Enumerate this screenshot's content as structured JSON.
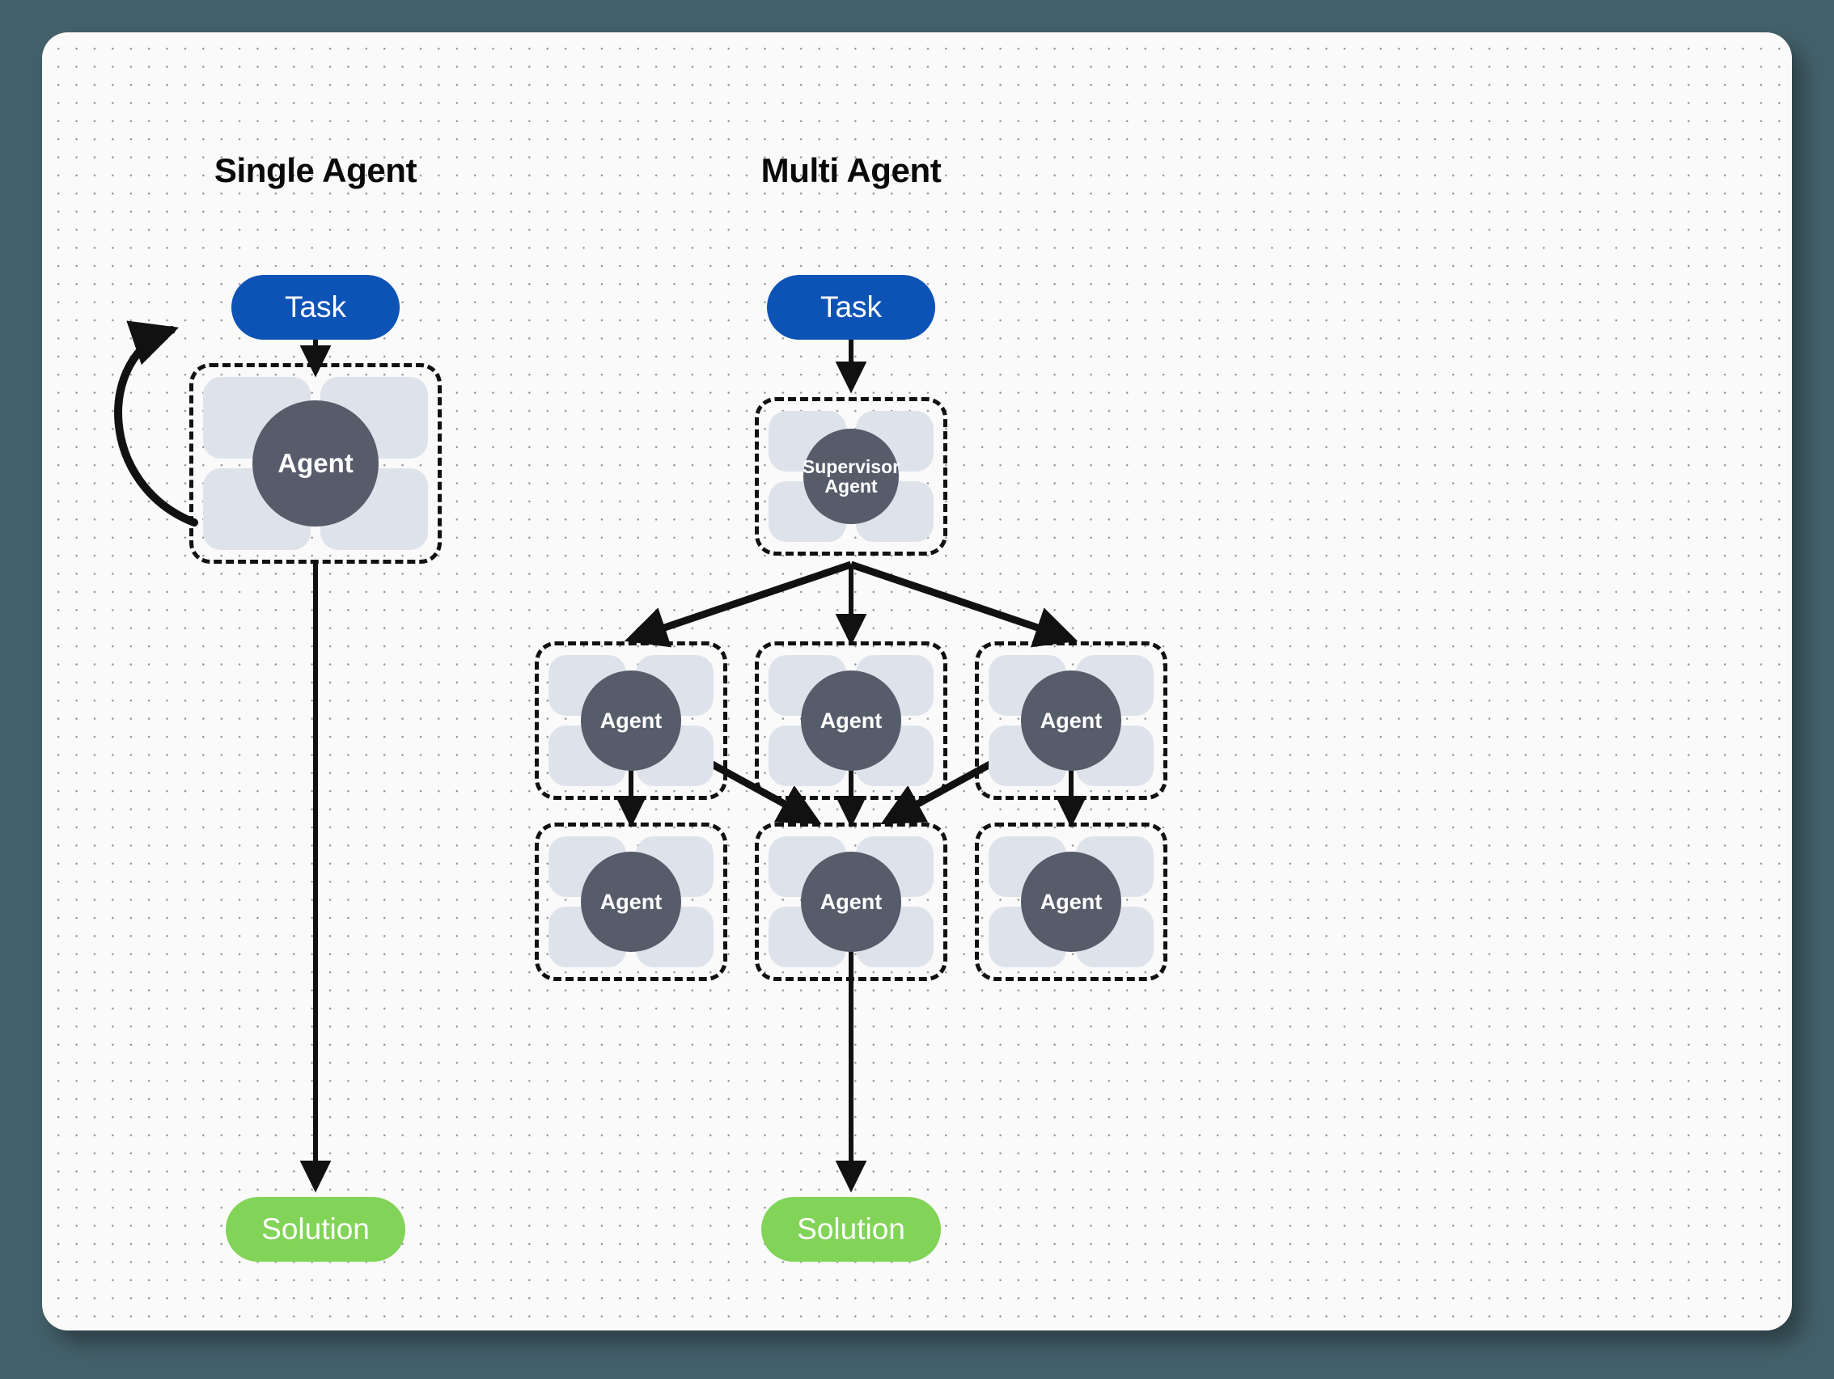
{
  "theme": {
    "page_background": "#44616b",
    "canvas_background": "#fafafa",
    "dot_grid_color": "#8f949c",
    "task_color": "#0d53b6",
    "solution_color": "#81d457",
    "agent_circle_color": "#565c6a",
    "agent_tile_color": "#dee3eb",
    "outline_color": "#111111"
  },
  "panels": {
    "single": {
      "title": "Single Agent",
      "task_label": "Task",
      "agent_label": "Agent",
      "solution_label": "Solution"
    },
    "multi": {
      "title": "Multi Agent",
      "task_label": "Task",
      "supervisor_label_line1": "Supervisor",
      "supervisor_label_line2": "Agent",
      "solution_label": "Solution",
      "row1": [
        {
          "label": "Agent"
        },
        {
          "label": "Agent"
        },
        {
          "label": "Agent"
        }
      ],
      "row2": [
        {
          "label": "Agent"
        },
        {
          "label": "Agent"
        },
        {
          "label": "Agent"
        }
      ]
    }
  },
  "diagram_data": {
    "type": "diagram",
    "title": "Single Agent vs Multi Agent architecture comparison",
    "nodes": [
      {
        "id": "s-task",
        "panel": "single",
        "kind": "task",
        "label": "Task"
      },
      {
        "id": "s-agent",
        "panel": "single",
        "kind": "agent",
        "label": "Agent"
      },
      {
        "id": "s-solution",
        "panel": "single",
        "kind": "solution",
        "label": "Solution"
      },
      {
        "id": "m-task",
        "panel": "multi",
        "kind": "task",
        "label": "Task"
      },
      {
        "id": "m-supervisor",
        "panel": "multi",
        "kind": "supervisor",
        "label": "Supervisor Agent"
      },
      {
        "id": "m-a1",
        "panel": "multi",
        "kind": "agent",
        "label": "Agent"
      },
      {
        "id": "m-a2",
        "panel": "multi",
        "kind": "agent",
        "label": "Agent"
      },
      {
        "id": "m-a3",
        "panel": "multi",
        "kind": "agent",
        "label": "Agent"
      },
      {
        "id": "m-b1",
        "panel": "multi",
        "kind": "agent",
        "label": "Agent"
      },
      {
        "id": "m-b2",
        "panel": "multi",
        "kind": "agent",
        "label": "Agent"
      },
      {
        "id": "m-b3",
        "panel": "multi",
        "kind": "agent",
        "label": "Agent"
      },
      {
        "id": "m-solution",
        "panel": "multi",
        "kind": "solution",
        "label": "Solution"
      }
    ],
    "edges": [
      {
        "from": "s-task",
        "to": "s-agent",
        "style": "straight"
      },
      {
        "from": "s-agent",
        "to": "s-agent",
        "style": "self-loop"
      },
      {
        "from": "s-agent",
        "to": "s-solution",
        "style": "straight"
      },
      {
        "from": "m-task",
        "to": "m-supervisor",
        "style": "straight"
      },
      {
        "from": "m-supervisor",
        "to": "m-a1",
        "style": "straight"
      },
      {
        "from": "m-supervisor",
        "to": "m-a2",
        "style": "straight"
      },
      {
        "from": "m-supervisor",
        "to": "m-a3",
        "style": "straight"
      },
      {
        "from": "m-a1",
        "to": "m-b1",
        "style": "straight"
      },
      {
        "from": "m-a1",
        "to": "m-b2",
        "style": "straight"
      },
      {
        "from": "m-a2",
        "to": "m-b2",
        "style": "straight"
      },
      {
        "from": "m-a3",
        "to": "m-b2",
        "style": "straight"
      },
      {
        "from": "m-a3",
        "to": "m-b3",
        "style": "straight"
      },
      {
        "from": "m-b2",
        "to": "m-solution",
        "style": "straight"
      }
    ]
  }
}
